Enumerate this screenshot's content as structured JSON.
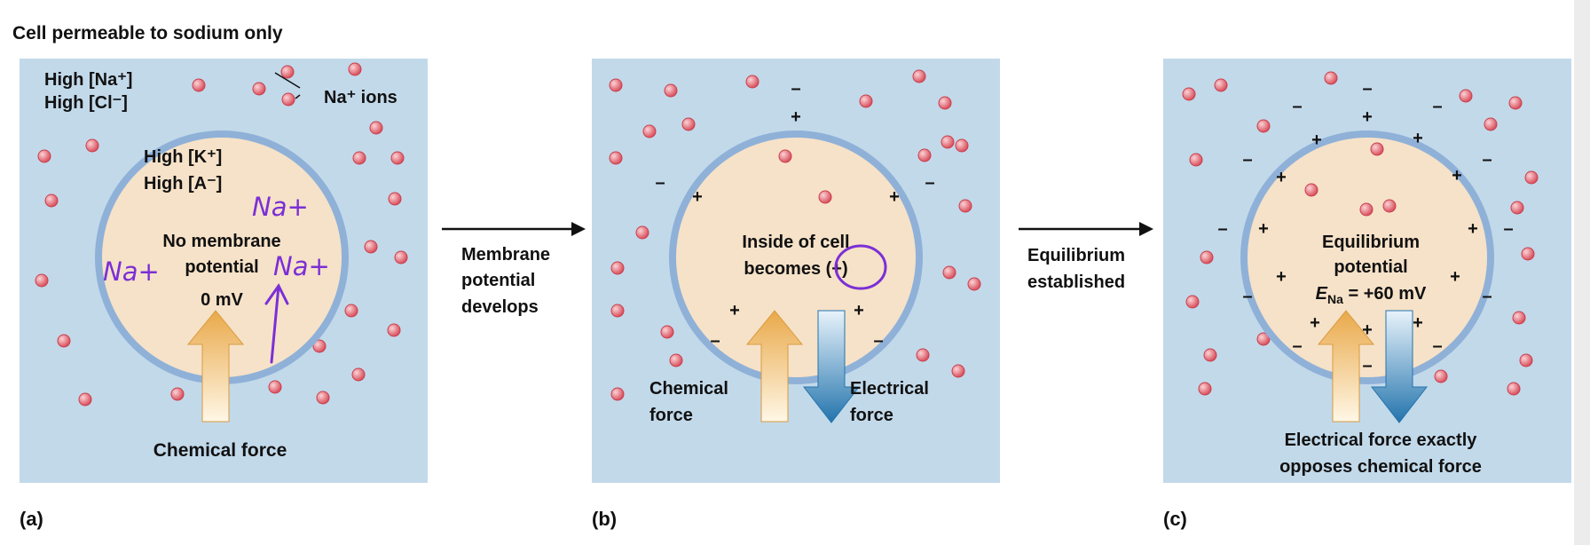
{
  "heading": "Cell permeable to sodium only",
  "colors": {
    "panel_bg": "#c2d9ea",
    "cytoplasm": "#f6e2c8",
    "membrane": "#8fb1d8",
    "ion_fill": "#e36b76",
    "chemical_arrow": "#f0b45a",
    "electrical_arrow": "#2f80b8",
    "annotation_ink": "#7b2fd6",
    "page_bg": "#ffffff"
  },
  "panel_a": {
    "letter": "(a)",
    "outside_na": "High [Na⁺]",
    "outside_cl": "High [Cl⁻]",
    "na_ions_label": "Na⁺ ions",
    "inside_k": "High [K⁺]",
    "inside_a": "High [A⁻]",
    "center_line1": "No membrane",
    "center_line2": "potential",
    "center_line3": "0 mV",
    "chemical_label": "Chemical force",
    "annotations": [
      "Na+",
      "Na+",
      "Na+"
    ]
  },
  "transition_1": {
    "line1": "Membrane",
    "line2": "potential",
    "line3": "develops"
  },
  "panel_b": {
    "letter": "(b)",
    "center_line1": "Inside of cell",
    "center_line2": "becomes (+)",
    "chemical_line1": "Chemical",
    "chemical_line2": "force",
    "electrical_line1": "Electrical",
    "electrical_line2": "force"
  },
  "transition_2": {
    "line1": "Equilibrium",
    "line2": "established"
  },
  "panel_c": {
    "letter": "(c)",
    "center_line1": "Equilibrium",
    "center_line2": "potential",
    "eq_symbol": "E",
    "eq_subscript": "Na",
    "eq_value": " = +60 mV",
    "caption_line1": "Electrical force exactly",
    "caption_line2": "opposes chemical force"
  }
}
